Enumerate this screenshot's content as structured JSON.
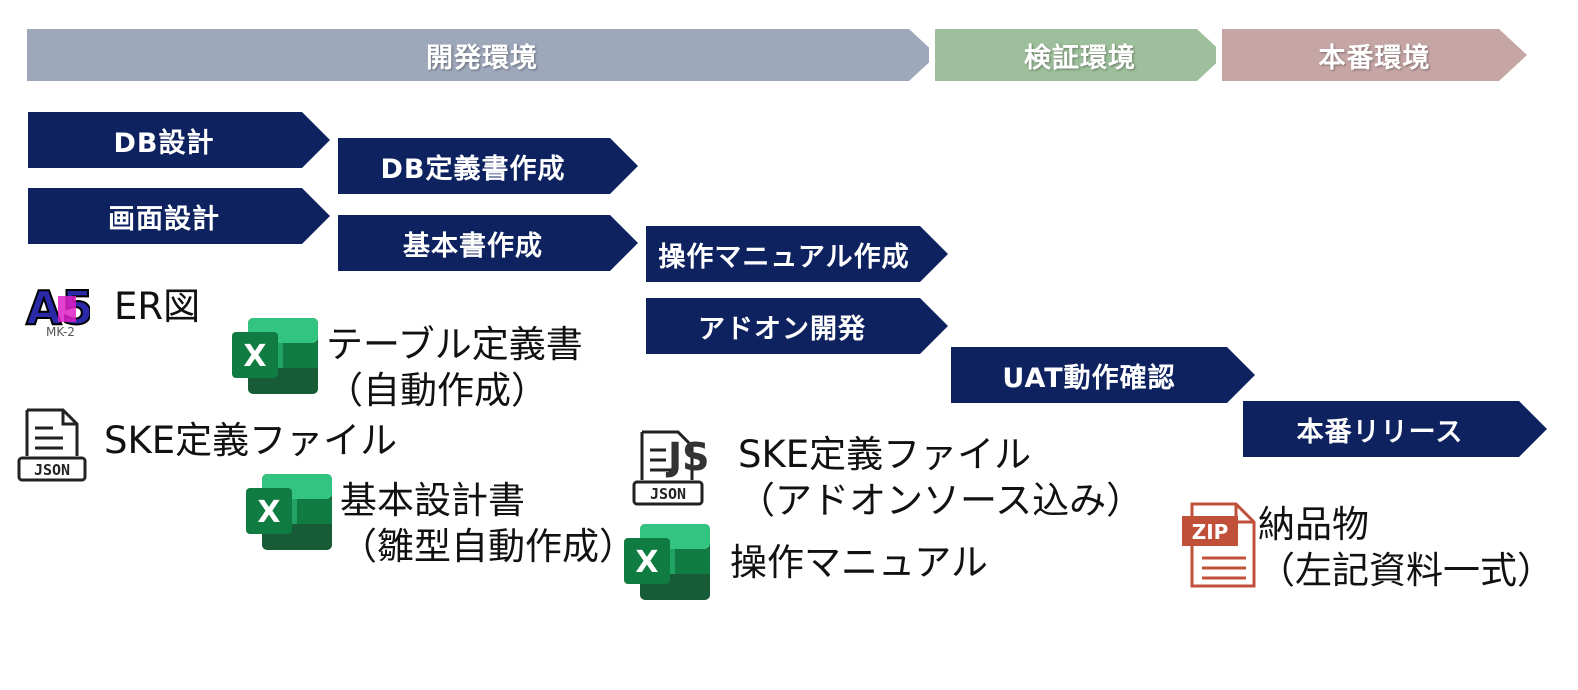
{
  "phases": [
    {
      "label": "開発環境",
      "color": "#9ea8bb"
    },
    {
      "label": "検証環境",
      "color": "#9ebf9b"
    },
    {
      "label": "本番環境",
      "color": "#c6a5a5"
    }
  ],
  "tasks": {
    "db_design": "DB設計",
    "screen_design": "画面設計",
    "db_definition": "DB定義書作成",
    "basic_doc": "基本書作成",
    "manual_create": "操作マニュアル作成",
    "addon_dev": "アドオン開発",
    "uat": "UAT動作確認",
    "release": "本番リリース"
  },
  "deliverables": {
    "er": {
      "line1": "ER図",
      "icon": "a5-mk2-icon"
    },
    "table_def": {
      "line1": "テーブル定義書",
      "line2": "（自動作成）",
      "icon": "excel-icon"
    },
    "ske_def": {
      "line1": "SKE定義ファイル",
      "icon": "json-file-icon"
    },
    "basic_design": {
      "line1": "基本設計書",
      "line2": "（雛型自動作成）",
      "icon": "excel-icon"
    },
    "ske_addon": {
      "line1": "SKE定義ファイル",
      "line2": "（アドオンソース込み）",
      "icon": "js-json-file-icon"
    },
    "manual": {
      "line1": "操作マニュアル",
      "icon": "excel-icon"
    },
    "delivery": {
      "line1": "納品物",
      "line2": "（左記資料一式）",
      "icon": "zip-file-icon"
    }
  },
  "icon_text": {
    "a5": "A5",
    "a5_sub": "MK-2",
    "excel": "X",
    "json": "JSON",
    "js": "JS",
    "zip": "ZIP"
  },
  "colors": {
    "task": "#0f2260",
    "excel_dark": "#185c37",
    "excel_mid": "#21a366",
    "zip": "#c0503a"
  }
}
